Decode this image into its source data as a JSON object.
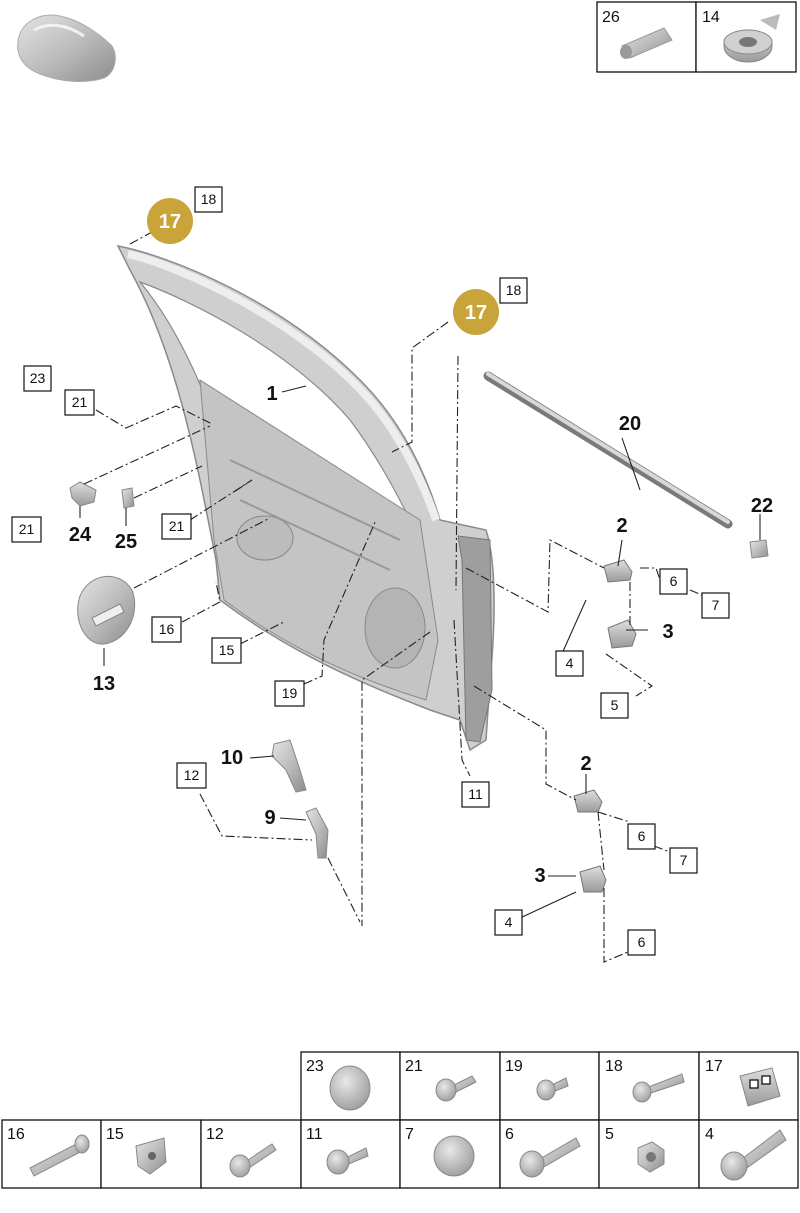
{
  "colors": {
    "badge": "#c9a43b",
    "line": "#222222",
    "part_gray": "#b9b9b9"
  },
  "corner_icon": "car-silhouette-icon",
  "callouts": {
    "part_1": "1",
    "part_2_upper": "2",
    "part_2_lower": "2",
    "part_3_upper": "3",
    "part_3_lower": "3",
    "part_9": "9",
    "part_10": "10",
    "part_13": "13",
    "part_20": "20",
    "part_22": "22",
    "part_24": "24",
    "part_25": "25"
  },
  "badges": {
    "top_left": "17",
    "top_right": "17"
  },
  "ref_boxes": {
    "r18_a": "18",
    "r18_b": "18",
    "r23": "23",
    "r21_a": "21",
    "r21_b": "21",
    "r21_c": "21",
    "r16": "16",
    "r15": "15",
    "r19": "19",
    "r12": "12",
    "r11": "11",
    "r6_a": "6",
    "r7_a": "7",
    "r4_a": "4",
    "r5": "5",
    "r6_b": "6",
    "r7_b": "7",
    "r4_b": "4",
    "r6_c": "6"
  },
  "top_legend": [
    {
      "number": "26",
      "icon": "tube-icon"
    },
    {
      "number": "14",
      "icon": "tape-roll-icon"
    }
  ],
  "bottom_legend_row1": [
    {
      "number": "23",
      "icon": "cap-plug-icon"
    },
    {
      "number": "21",
      "icon": "flange-bolt-icon"
    },
    {
      "number": "19",
      "icon": "flange-screw-icon"
    },
    {
      "number": "18",
      "icon": "tapping-screw-icon"
    },
    {
      "number": "17",
      "icon": "clip-nut-icon"
    }
  ],
  "bottom_legend_row2": [
    {
      "number": "16",
      "icon": "long-bolt-icon"
    },
    {
      "number": "15",
      "icon": "expansion-nut-icon"
    },
    {
      "number": "12",
      "icon": "torx-bolt-icon"
    },
    {
      "number": "11",
      "icon": "collar-screw-icon"
    },
    {
      "number": "7",
      "icon": "round-cap-icon"
    },
    {
      "number": "6",
      "icon": "washer-bolt-icon"
    },
    {
      "number": "5",
      "icon": "hex-nut-icon"
    },
    {
      "number": "4",
      "icon": "hinge-bolt-icon"
    }
  ]
}
